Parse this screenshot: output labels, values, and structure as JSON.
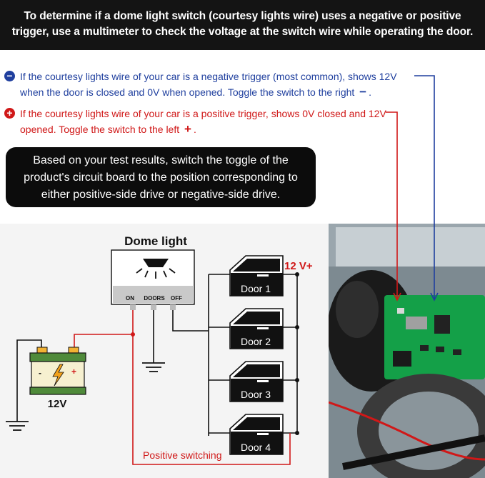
{
  "header": {
    "text": "To determine if a dome light switch (courtesy lights wire) uses a negative or positive trigger, use a multimeter to check the voltage at the switch wire while operating the door."
  },
  "notes": {
    "negative": {
      "bullet": "−",
      "text": "If the courtesy lights wire of your car is a negative trigger (most common), shows 12V when the door is closed and 0V when opened.  Toggle the switch to the right ",
      "symbol": "−",
      "end": ".",
      "color": "#1f3f9e"
    },
    "positive": {
      "bullet": "+",
      "text": "If the courtesy lights wire of your car is a positive trigger, shows 0V closed and 12V opened. Toggle the switch to the left ",
      "symbol": "+",
      "end": ".",
      "color": "#d01818"
    }
  },
  "callout": {
    "text": "Based on your test results, switch the toggle of the product's circuit board to the position corresponding to either positive-side drive or negative-side drive."
  },
  "diagram": {
    "dome_title": "Dome light",
    "switch_labels": {
      "on": "ON",
      "doors": "DOORS",
      "off": "OFF"
    },
    "voltage_label": "12 V+",
    "battery_label": "12V",
    "doors": [
      "Door 1",
      "Door 2",
      "Door 3",
      "Door 4"
    ],
    "positive_switching_label": "Positive switching",
    "wire_color": "#d01818"
  },
  "icons": [
    "minus-circle-icon",
    "plus-circle-icon",
    "bulb-icon",
    "battery-icon",
    "bolt-icon",
    "ground-icon",
    "door-icon"
  ]
}
